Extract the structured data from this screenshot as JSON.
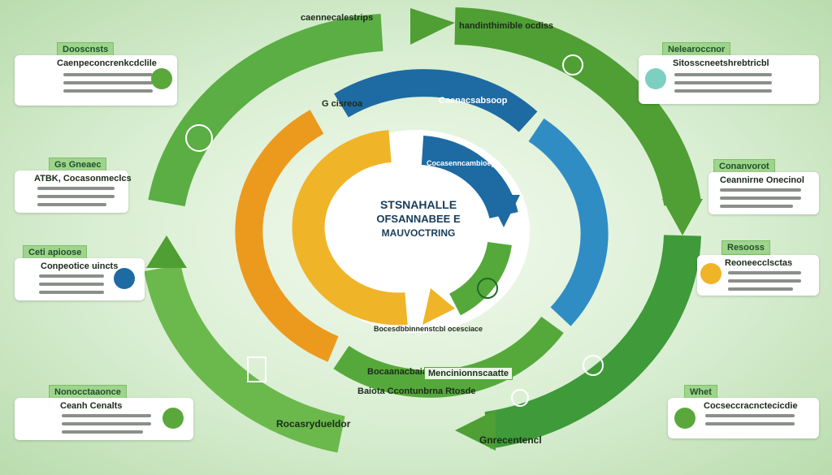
{
  "center": {
    "line1": "STSNAHALLE",
    "line2": "OFSANNABEE E",
    "line3": "MAUVOCTRING"
  },
  "ring_labels": {
    "top_left": "caennecalestrips",
    "top_right": "handinthimible ocdiss",
    "blue_arc": "Caenacsabsoop",
    "inner_blue": "Cocasenncambioepa",
    "left_arc": "G cisreoa",
    "bottom_mid": "Bocaanacbaia",
    "bottom_box": "Mencinionnscaatte",
    "bottom_caption": "Baiota Ccontunbrna Rtosde",
    "bottom_left": "Rocasrydueldor",
    "bottom_right": "Gnrecentencl",
    "inner_bottom": "Bocesdbbinnenstcbl ocesciace"
  },
  "cards": {
    "left1": {
      "head": "Dooscnsts",
      "title": "Caenpeconcrenkcdclile"
    },
    "left2": {
      "head": "Gs Gneaec",
      "title": "ATBK, Cocasonmeclcs"
    },
    "left3": {
      "head": "Ceti apioose",
      "title": "Conpeotice uincts"
    },
    "left4": {
      "head": "Nonocctaaonce",
      "title": "Ceanh Cenalts"
    },
    "right1": {
      "head": "Nelearoccnor",
      "title": "Sitosscneetshrebtricbl"
    },
    "right2": {
      "head": "Conanvorot",
      "title": "Ceannirne Onecinol"
    },
    "right3": {
      "head": "Resooss",
      "title": "Reoneecclsctas"
    },
    "right4": {
      "head": "Whet",
      "title": "Cocseccracnctecicdie"
    }
  },
  "colors": {
    "green": "#5aa83c",
    "light_green": "#9fd48d",
    "blue": "#1e6aa3",
    "teal": "#2f8dc4",
    "yellow": "#f0b429",
    "orange": "#ec9a1e"
  },
  "icons": [
    "recycle-icon",
    "leaf-icon",
    "gear-icon",
    "factory-icon",
    "globe-icon",
    "water-drop-icon"
  ]
}
